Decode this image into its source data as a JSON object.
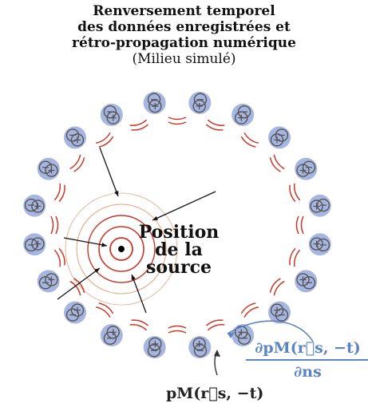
{
  "title": {
    "line1": "Renversement temporel",
    "line2": "des données enregistrées et",
    "line3": "rétro-propagation numérique",
    "subtitle": "(Milieu simulé)"
  },
  "source_label": {
    "line1": "Position",
    "line2": "de la",
    "line3": "source"
  },
  "equation_blue": {
    "numerator": "∂pM(r⃗s, −t)",
    "denominator": "∂ns"
  },
  "equation_black": "pM(r⃗s, −t)",
  "colors": {
    "sensor_fill": "#a7b6e0",
    "sensor_ring": "#555555",
    "wave_red": "#c8382a",
    "wave_orange": "#e8a27a",
    "blue_annotation": "#5b84c4"
  }
}
